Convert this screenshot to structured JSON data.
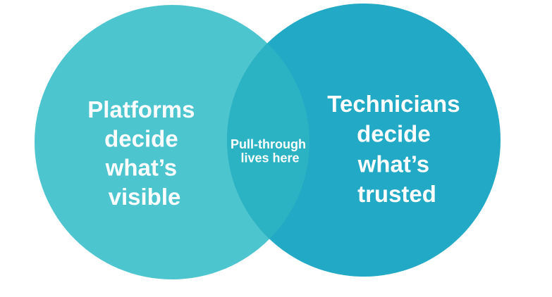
{
  "venn": {
    "background": "#ffffff",
    "text_color": "#ffffff",
    "left": {
      "title": "Platforms decide what's visible",
      "color": "#4DC5CF",
      "lines": [
        "Platforms",
        "decide",
        "what’s",
        "visible"
      ]
    },
    "right": {
      "title": "Technicians decide what's trusted",
      "color": "#21A9C5",
      "lines": [
        "Technicians",
        "decide",
        "what’s",
        "trusted"
      ]
    },
    "overlap": {
      "title": "Pull-through lives here",
      "color": "#2BB2C3",
      "lines": [
        "Pull-through",
        "lives here"
      ]
    }
  }
}
